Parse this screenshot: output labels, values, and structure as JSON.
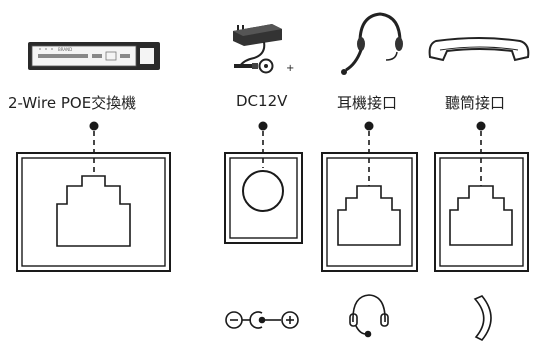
{
  "ports": [
    {
      "id": "poe",
      "label": "2-Wire POE交換機"
    },
    {
      "id": "dc",
      "label": "DC12V"
    },
    {
      "id": "headset",
      "label": "耳機接口"
    },
    {
      "id": "handset",
      "label": "聽筒接口"
    }
  ],
  "switch_brand": "BRAND",
  "dc_plus_sign": "+",
  "colors": {
    "ink": "#1a1a1a",
    "device": "#2a2a2a",
    "panel": "#ffffff"
  }
}
